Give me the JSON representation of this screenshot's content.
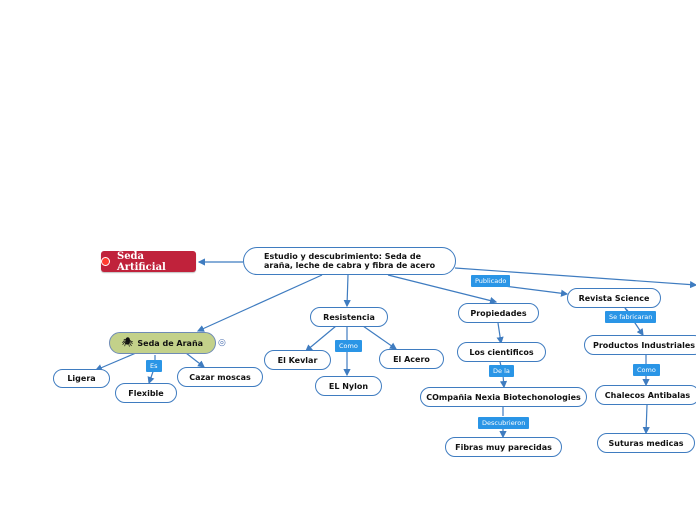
{
  "root": {
    "label": "Seda Artificial",
    "icon": "apple-icon"
  },
  "main": {
    "label": "Estudio y descubrimiento: Seda de araña, leche de cabra y fibra de acero"
  },
  "nodes": {
    "seda_arana": "Seda de Araña",
    "ligera": "Ligera",
    "flexible": "Flexible",
    "cazar_moscas": "Cazar moscas",
    "resistencia": "Resistencia",
    "kevlar": "El Kevlar",
    "nylon": "EL Nylon",
    "acero": "El Acero",
    "propiedades": "Propiedades",
    "cientificos": "Los cientificos",
    "nexia": "COmpañia Nexia Biotechonologies",
    "fibras": "Fibras muy parecidas",
    "science": "Revista Science",
    "productos": "Productos Industriales",
    "chalecos": "Chalecos Antibalas",
    "suturas": "Suturas medicas"
  },
  "labels": {
    "es": "Es",
    "como1": "Como",
    "publicado": "Publicado",
    "se_fabricaran": "Se fabricaran",
    "de_la": "De la",
    "descubrieron": "Descubrieron",
    "como2": "Como"
  },
  "icons": {
    "spider": "spider-icon",
    "swirl": "swirl-icon"
  },
  "colors": {
    "accent": "#3f7cc0",
    "root": "#c0223b",
    "tag": "#2a95e6",
    "highlight": "#c3d18a"
  }
}
